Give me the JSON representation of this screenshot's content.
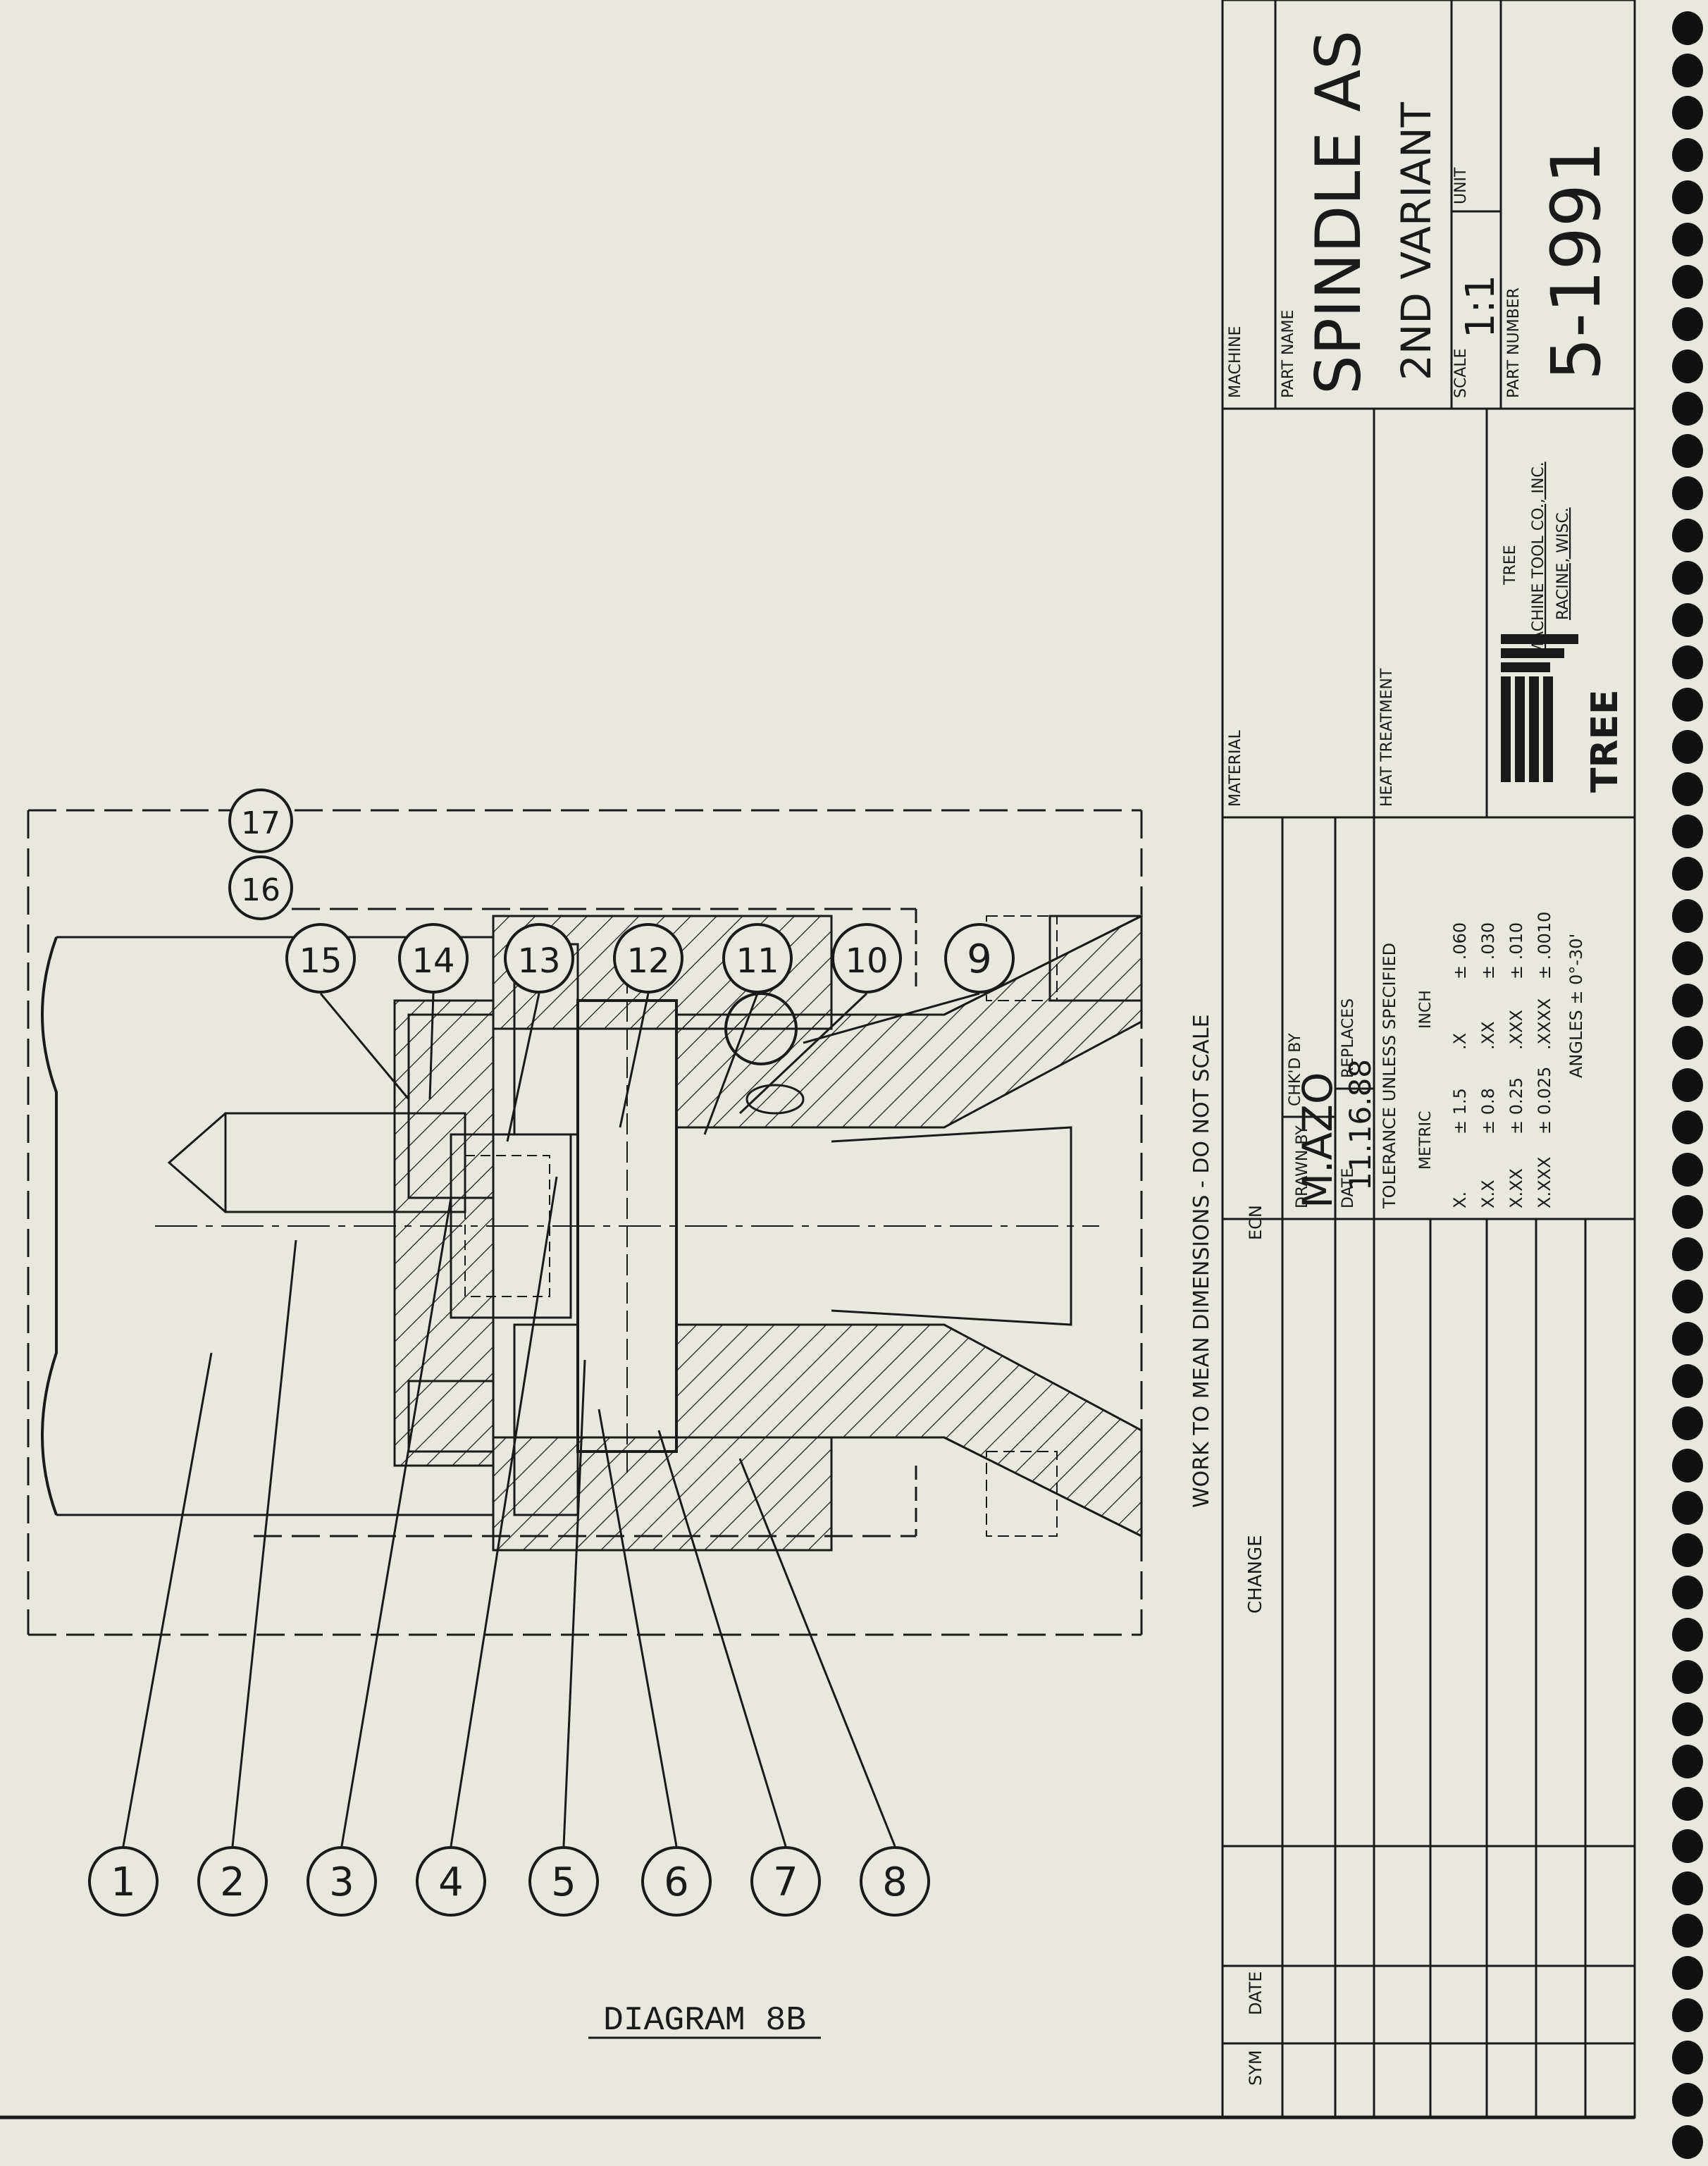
{
  "diagram_caption": "DIAGRAM 8B",
  "callouts": [
    "1",
    "2",
    "3",
    "4",
    "5",
    "6",
    "7",
    "8",
    "9",
    "10",
    "11",
    "12",
    "13",
    "14",
    "15",
    "16",
    "17"
  ],
  "notice": "WORK TO MEAN DIMENSIONS - DO NOT SCALE",
  "revision_headers": {
    "sym": "SYM",
    "date": "DATE",
    "change": "CHANGE",
    "ecn": "ECN"
  },
  "drawn_by": {
    "label": "DRAWN BY",
    "value": "M.AZO"
  },
  "chkd_by": {
    "label": "CHK'D BY"
  },
  "date": {
    "label": "DATE",
    "value": "11.16.88"
  },
  "replaces": {
    "label": "REPLACES"
  },
  "material": {
    "label": "MATERIAL"
  },
  "heat_treatment": {
    "label": "HEAT TREATMENT"
  },
  "machine": {
    "label": "MACHINE"
  },
  "part_name": {
    "label": "PART NAME",
    "value": "SPINDLE AS",
    "value2": "2ND VARIANT"
  },
  "scale": {
    "label": "SCALE",
    "value": "1:1"
  },
  "unit": {
    "label": "UNIT"
  },
  "part_number": {
    "label": "PART NUMBER",
    "value": "5-1991"
  },
  "tolerance": {
    "title": "TOLERANCE UNLESS SPECIFIED",
    "metric_header": "METRIC",
    "inch_header": "INCH",
    "rows": [
      {
        "m": "X.",
        "mv": "± 1.5",
        "i": ".X",
        "iv": "± .060"
      },
      {
        "m": "X.X",
        "mv": "± 0.8",
        "i": ".XX",
        "iv": "± .030"
      },
      {
        "m": "X.XX",
        "mv": "± 0.25",
        "i": ".XXX",
        "iv": "± .010"
      },
      {
        "m": "X.XXX",
        "mv": "± 0.025",
        "i": ".XXXX",
        "iv": "± .0010"
      }
    ],
    "angles": "ANGLES ± 0°-30'"
  },
  "company": {
    "logo": "TREE",
    "line1": "TREE",
    "line2": "MACHINE TOOL CO., INC.",
    "line3": "RACINE, WISC."
  },
  "colors": {
    "paper": "#e8e8e0",
    "ink": "#1a1a1a"
  }
}
